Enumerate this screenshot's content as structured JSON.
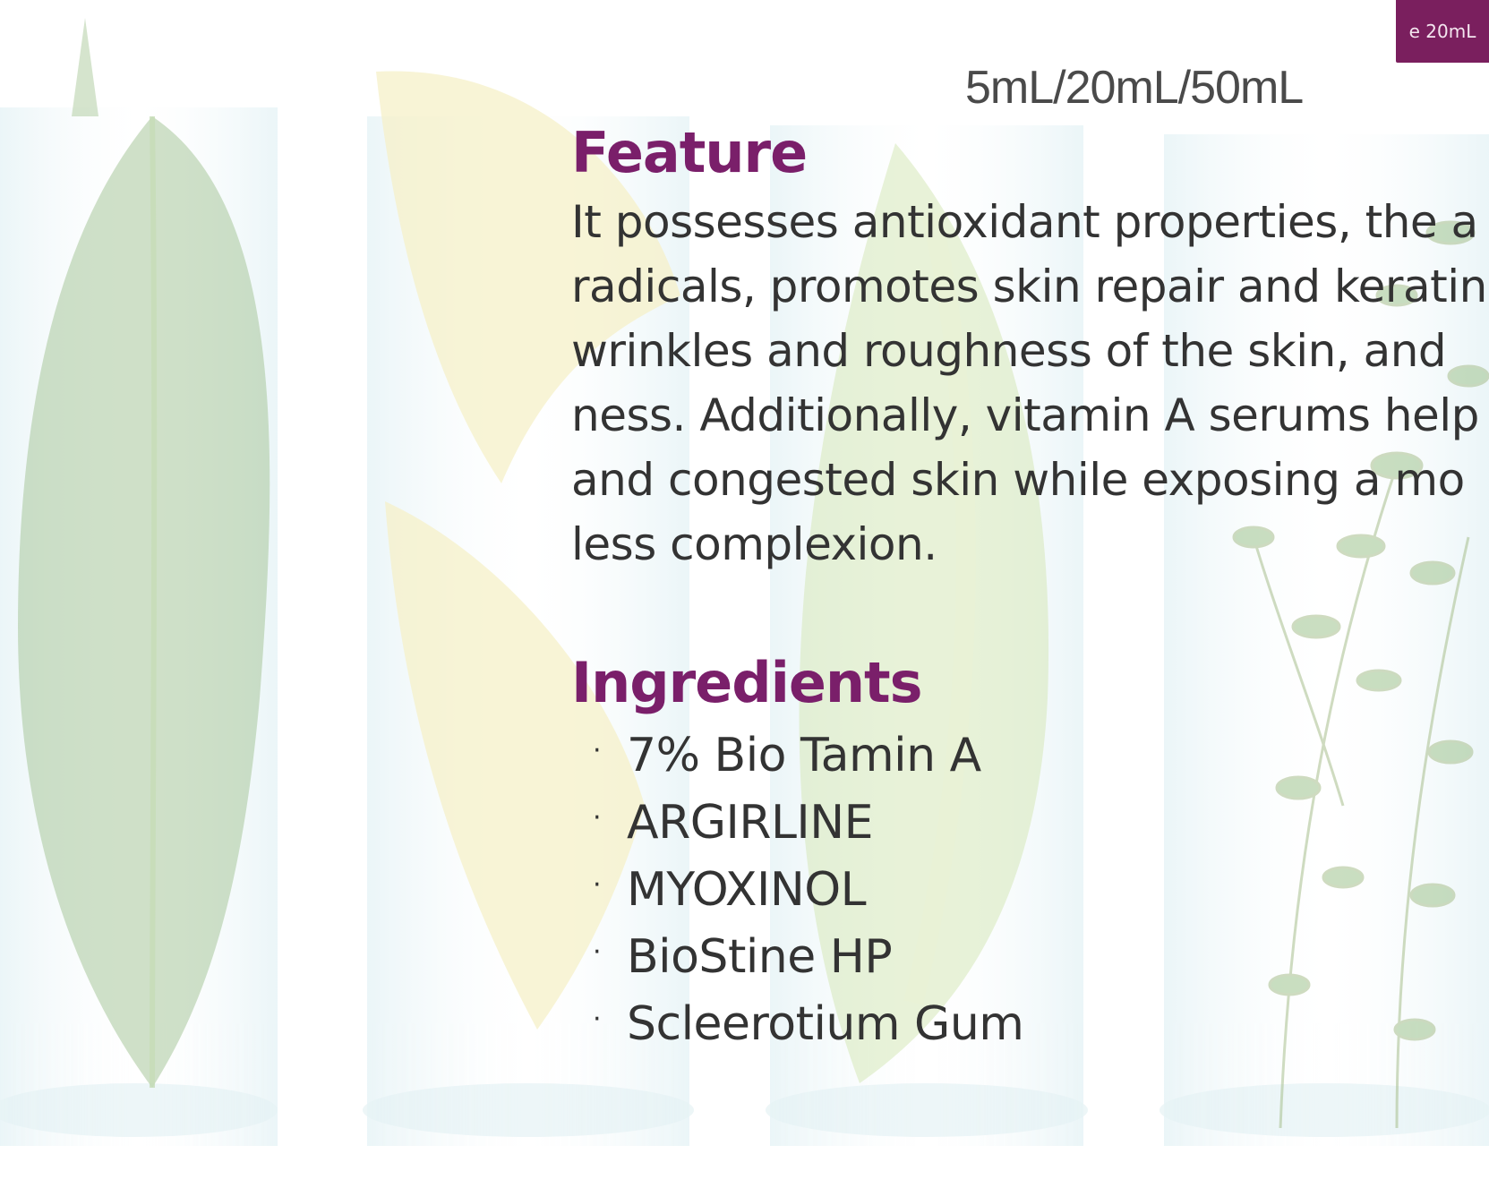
{
  "corner_tag": {
    "label": "e 20mL"
  },
  "sizes": "5mL/20mL/50mL",
  "feature": {
    "heading": "Feature",
    "lines": [
      "It possesses antioxidant properties, the a",
      "radicals, promotes skin repair and keratin",
      "wrinkles and roughness of the skin, and",
      "ness. Additionally, vitamin A serums help",
      "and congested skin while exposing a mo",
      "less complexion."
    ]
  },
  "ingredients": {
    "heading": "Ingredients",
    "bullet": "·",
    "items": [
      "7% Bio Tamin A",
      "ARGIRLINE",
      "MYOXINOL",
      "BioStine HP",
      "Scleerotium Gum"
    ]
  },
  "colors": {
    "brand_purple": "#7a1f6a",
    "tag_purple": "#7a1f5e",
    "body_text": "#333333",
    "size_text": "#4a4a4a"
  },
  "icons": {
    "background": "leaf-lemon-cucumber-herb-glasses-illustration"
  }
}
